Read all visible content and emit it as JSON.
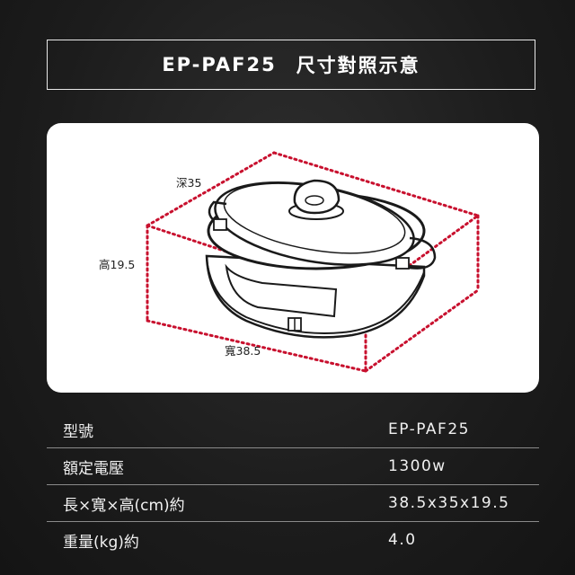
{
  "header": {
    "model": "EP-PAF25",
    "title": "尺寸對照示意"
  },
  "diagram": {
    "depth_label": "深35",
    "height_label": "高19.5",
    "width_label": "寬38.5",
    "dotted_color": "#c8102e"
  },
  "specs": [
    {
      "label": "型號",
      "value": "EP-PAF25"
    },
    {
      "label": "額定電壓",
      "value": "1300w"
    },
    {
      "label": "長×寬×高(cm)約",
      "value": "38.5x35x19.5"
    },
    {
      "label": "重量(kg)約",
      "value": "4.0"
    }
  ]
}
